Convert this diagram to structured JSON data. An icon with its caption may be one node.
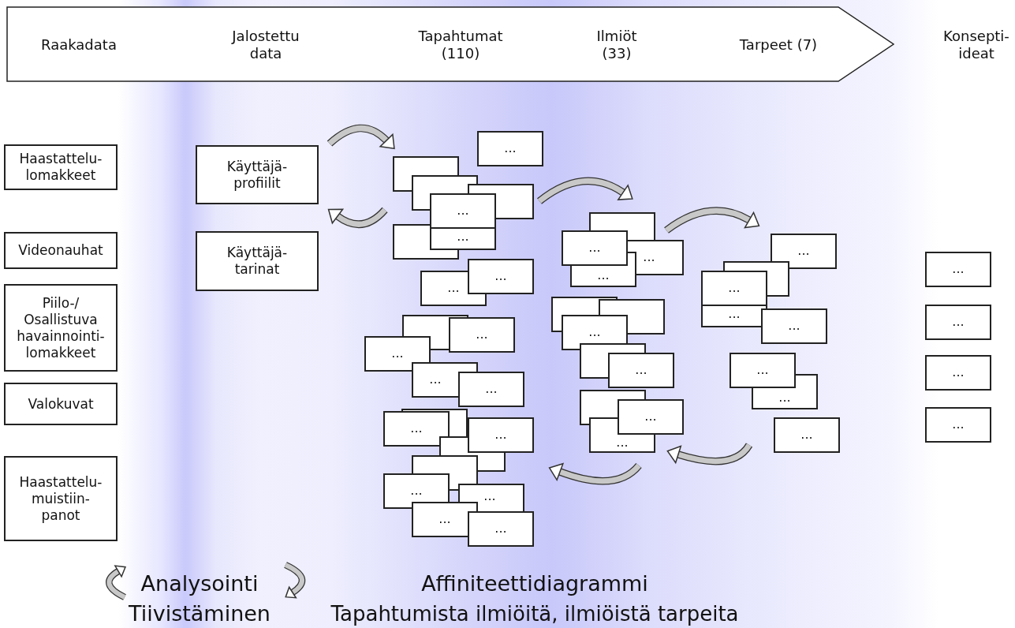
{
  "diagram": {
    "nodes": [
      {
        "text": [
          "Raakadata",
          "Jalostettu data",
          "Tapahtumat (110)",
          "Ilmiöt (33)",
          "Tarpeet (7)"
        ]
      },
      {
        "text": [
          "Haastattelu- lomakkeet"
        ]
      },
      {
        "text": [
          "Videonauhat"
        ]
      },
      {
        "text": [
          "Piilo-/ Osallistuva havainnointi- lomakkeet"
        ]
      },
      {
        "text": [
          "Valokuvat"
        ]
      },
      {
        "text": [
          "Haastattelu- muistiin- panot"
        ]
      },
      {
        "text": [
          "Käyttäjä- profiilit"
        ]
      },
      {
        "text": [
          "Käyttäjä- tarinat"
        ]
      },
      {
        "text": [
          "..."
        ]
      },
      {
        "text": [],
        "shape": "box"
      },
      {
        "text": [],
        "shape": "box"
      },
      {
        "text": [],
        "shape": "box"
      },
      {
        "text": [],
        "shape": "box"
      },
      {
        "text": [
          "..."
        ]
      },
      {
        "text": [
          "..."
        ]
      },
      {
        "text": [
          "..."
        ]
      },
      {
        "text": [
          "..."
        ]
      },
      {
        "text": [],
        "shape": "box"
      },
      {
        "text": [
          "..."
        ]
      },
      {
        "text": [
          "..."
        ]
      },
      {
        "text": [
          "..."
        ]
      },
      {
        "text": [
          "..."
        ]
      },
      {
        "text": [],
        "shape": "box"
      },
      {
        "text": [
          "..."
        ]
      },
      {
        "text": [],
        "shape": "box"
      },
      {
        "text": [
          "..."
        ]
      },
      {
        "text": [],
        "shape": "box"
      },
      {
        "text": [
          "..."
        ]
      },
      {
        "text": [
          "..."
        ]
      },
      {
        "text": [
          "..."
        ]
      },
      {
        "text": [
          "..."
        ]
      },
      {
        "text": [],
        "shape": "box"
      },
      {
        "text": [
          "..."
        ]
      },
      {
        "text": [
          "..."
        ]
      },
      {
        "text": [
          "..."
        ]
      },
      {
        "text": [],
        "shape": "box"
      },
      {
        "text": [],
        "shape": "box"
      },
      {
        "text": [
          "..."
        ]
      },
      {
        "text": [],
        "shape": "box"
      },
      {
        "text": [
          "..."
        ]
      },
      {
        "text": [],
        "shape": "box"
      },
      {
        "text": [
          "..."
        ]
      },
      {
        "text": [
          "..."
        ]
      },
      {
        "text": [
          "..."
        ]
      },
      {
        "text": [],
        "shape": "box"
      },
      {
        "text": [
          "..."
        ]
      },
      {
        "text": [
          "..."
        ]
      },
      {
        "text": [
          "..."
        ]
      },
      {
        "text": [
          "..."
        ]
      },
      {
        "text": [
          "..."
        ]
      },
      {
        "text": [
          "..."
        ]
      },
      {
        "text": [
          "..."
        ]
      },
      {
        "text": [
          "..."
        ]
      },
      {
        "text": [
          "..."
        ]
      },
      {
        "text": [
          "..."
        ]
      }
    ],
    "labels": [
      "Konsepti- ideat",
      "Analysointi",
      "Tiivistäminen",
      "Affiniteettidiagrammi",
      "Tapahtumista ilmiöitä, ilmiöistä tarpeita"
    ]
  }
}
